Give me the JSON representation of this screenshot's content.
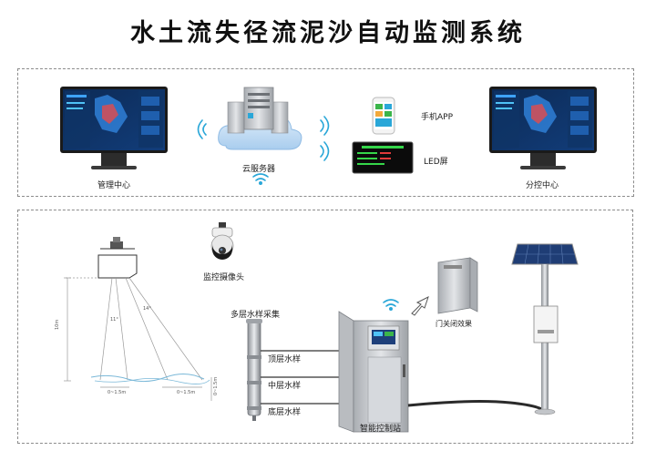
{
  "title": "水土流失径流泥沙自动监测系统",
  "top": {
    "mgmt_center": "管理中心",
    "cloud_server": "云服务器",
    "mobile_app": "手机APP",
    "led_screen": "LED屏",
    "sub_center": "分控中心"
  },
  "bottom": {
    "camera": "监控摄像头",
    "multi_sampling": "多层水样采集",
    "top_sample": "顶层水样",
    "mid_sample": "中层水样",
    "bottom_sample": "底层水样",
    "door_alarm": "门关闭效果",
    "control_station": "智能控制站",
    "angle_a": "11°",
    "angle_b": "14°",
    "dim_height": "10m",
    "dim_left": "0~1.5m",
    "dim_right": "0~1.5m",
    "dim_depth": "0~1.5m"
  },
  "colors": {
    "screen_blue": "#0c2a55",
    "cloud": "#cfe3f7",
    "wifi": "#2aa7d8",
    "cabinet": "#c9ccd0",
    "led_bg": "#0b0b0b",
    "led_text": "#35d64a"
  },
  "icons": [
    "monitor-icon",
    "cloud-server-icon",
    "wifi-icon",
    "phone-icon",
    "led-screen-icon",
    "camera-icon",
    "cabinet-icon",
    "solar-panel-icon",
    "sampler-pipe-icon"
  ]
}
